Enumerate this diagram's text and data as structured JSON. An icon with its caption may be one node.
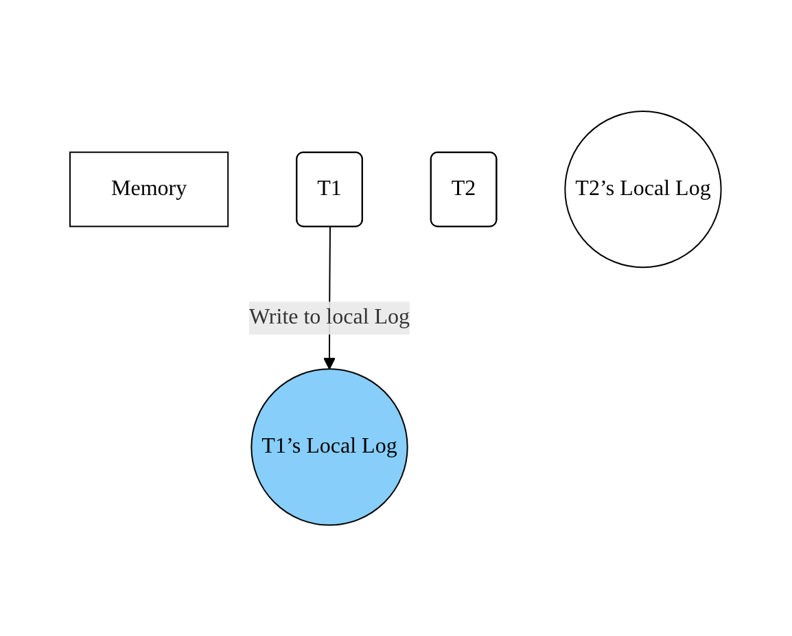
{
  "diagram": {
    "nodes": [
      {
        "text": [
          "Memory"
        ]
      },
      {
        "text": [
          "T1"
        ]
      },
      {
        "text": [
          "T2"
        ]
      },
      {
        "text": [
          "T1’s Local Log"
        ]
      },
      {
        "text": [
          "T2’s Local Log"
        ]
      }
    ],
    "edges": [
      {
        "from": 1,
        "to": 3,
        "arrow": "to",
        "label": "Write to local Log"
      }
    ]
  }
}
